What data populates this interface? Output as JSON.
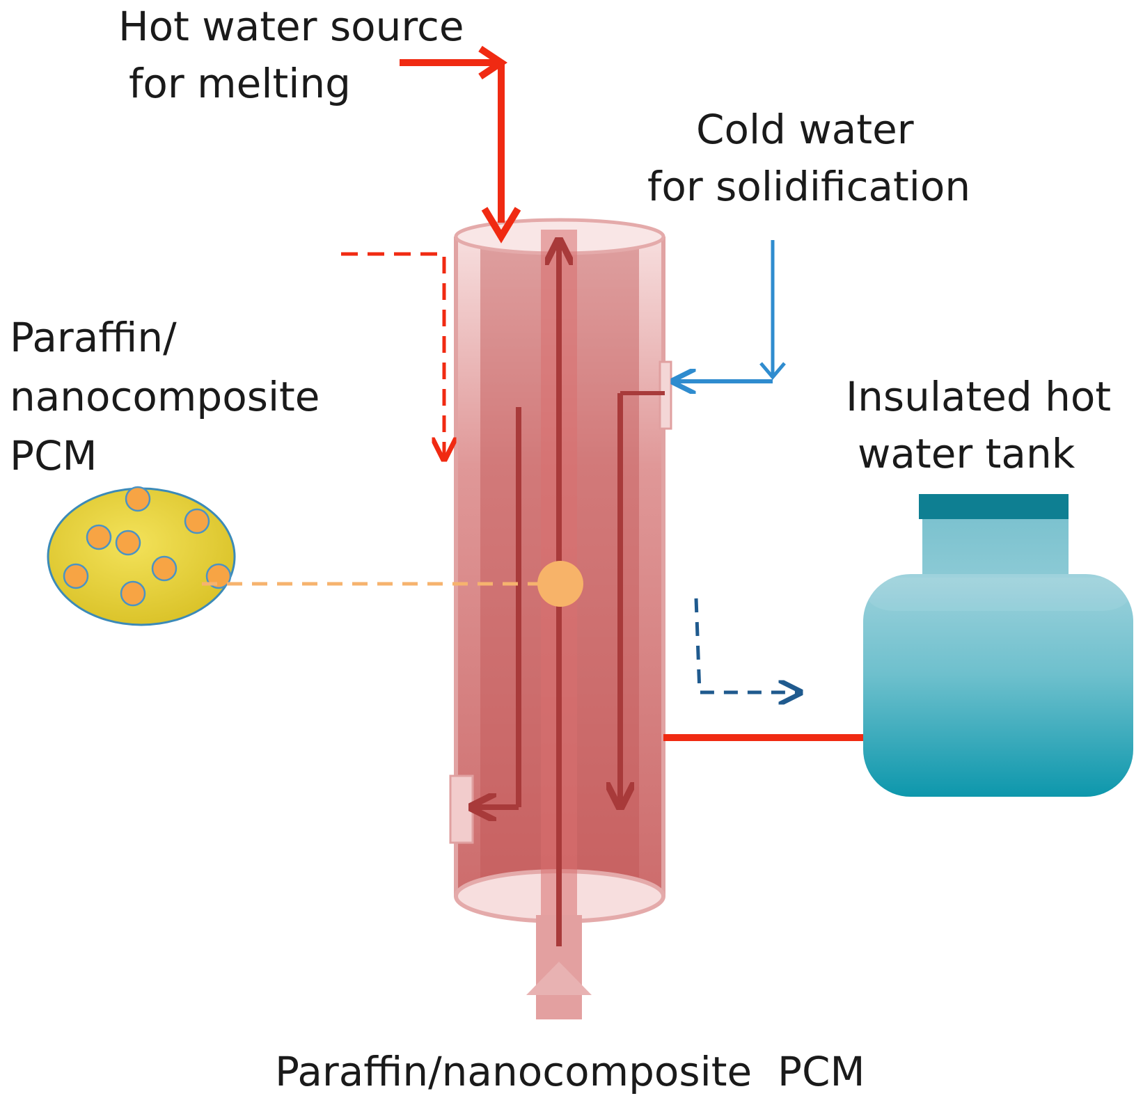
{
  "labels": {
    "hot_water_line1": "Hot water source",
    "hot_water_line2": "for melting",
    "cold_water_line1": "Cold water",
    "cold_water_line2": "for solidification",
    "pcm_left_line1": "Paraffin/",
    "pcm_left_line2": "nanocomposite",
    "pcm_left_line3": "PCM",
    "tank_line1": "Insulated hot",
    "tank_line2": "water tank",
    "pcm_bottom": "Paraffin/nanocomposite  PCM"
  },
  "colors": {
    "hot_arrow": "#f02a12",
    "cold_arrow": "#2f8ccf",
    "dashed_blue": "#1f5a8e",
    "cylinder_body": "#cf6a6a",
    "cylinder_light": "#f5d3d3",
    "tube_dark": "#a83a3a",
    "pcm_ellipse": "#e9d62f",
    "nanoparticle": "#f5a04a",
    "tank": "#3fa9b8",
    "tank_cap": "#0e7f92"
  }
}
